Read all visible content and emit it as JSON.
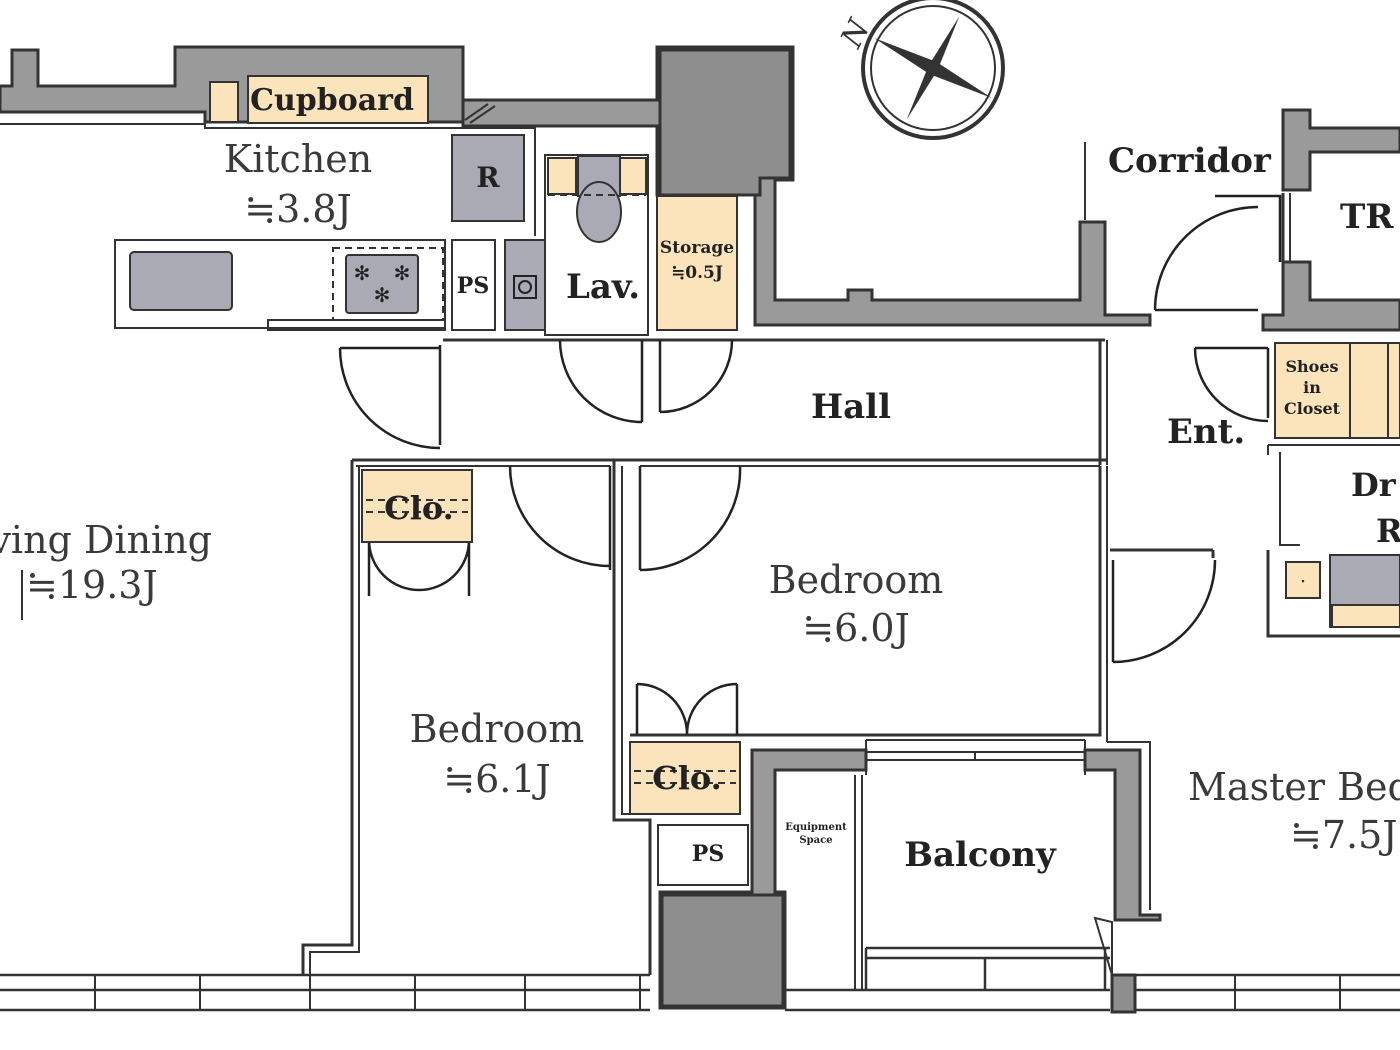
{
  "rooms": {
    "kitchen": {
      "name": "Kitchen",
      "area": "≒3.8J"
    },
    "living_dining": {
      "name": "ving Dining",
      "area": "≒19.3J"
    },
    "bedroom_a": {
      "name": "Bedroom",
      "area": "≒6.1J"
    },
    "bedroom_b": {
      "name": "Bedroom",
      "area": "≒6.0J"
    },
    "master_bedroom": {
      "name": "Master Bed",
      "area": "≒7.5J"
    },
    "hall": {
      "name": "Hall"
    },
    "corridor": {
      "name": "Corridor"
    },
    "entrance": {
      "name": "Ent."
    },
    "balcony": {
      "name": "Balcony"
    },
    "lavatory": {
      "name": "Lav."
    },
    "toilet_room": {
      "name": "TR"
    },
    "dressing_room": {
      "line1": "Dr",
      "line2": "R"
    }
  },
  "fixtures": {
    "cupboard": "Cupboard",
    "refrigerator": "R",
    "pipe_space_1": "PS",
    "pipe_space_2": "PS",
    "storage": {
      "line1": "Storage",
      "line2": "≒0.5J"
    },
    "closet_1": "Clo.",
    "closet_2": "Clo.",
    "shoes_in_closet": {
      "line1": "Shoes",
      "line2": "in",
      "line3": "Closet"
    },
    "equipment_space": {
      "line1": "Equipment",
      "line2": "Space"
    }
  },
  "compass": {
    "north": "N"
  },
  "colors": {
    "storage_fill": "#fbe3bc",
    "wall_fill": "#9a9a9a",
    "fixture_gray": "#a9aab3"
  }
}
